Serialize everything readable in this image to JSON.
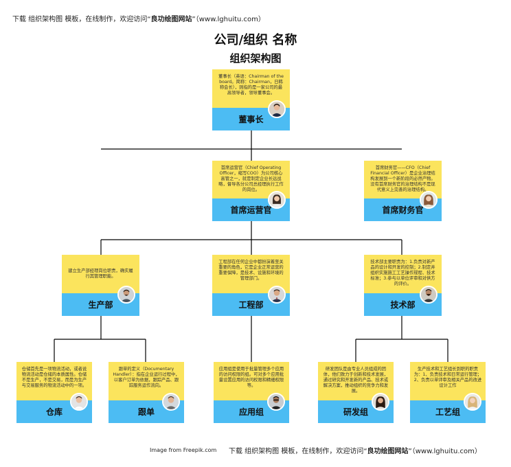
{
  "banner_top": {
    "prefix": "下载 组织架构图 模板，在线制作，欢迎访问“",
    "site": "良功绘图网站",
    "suffix": "”（www.lghuitu.com）"
  },
  "banner_bottom": {
    "prefix": "下载 组织架构图 模板，在线制作，欢迎访问“",
    "site": "良功绘图网站",
    "suffix": "”（www.lghuitu.com）"
  },
  "credit": "Image from Freepik.com",
  "company_title": "公司/组织 名称",
  "chart_title": "组织架构图",
  "nodes": {
    "chairman": {
      "label": "董事长",
      "desc": "董事长（英语：Chairman of the board。简称：Chairman，日韩称会长），则指的是一家公司的最高领导者，领导董事会。"
    },
    "coo": {
      "label": "首席运营官",
      "desc": "首席运营官（Chief Operating Officer，缩写COO）为公司核心高管之一，就是制定企业长远战略，督导各分公司总经理执行工作的岗位。"
    },
    "cfo": {
      "label": "首席财务官",
      "desc": "首席财务官——CFO（Chief Financial Officer）是企业治理结构发展到一个新阶段的必然产物。没有首席财务官的治理结构不是现代意义上完善的治理结构。"
    },
    "production": {
      "label": "生产部",
      "desc": "建立生产部经理岗位职责，确实履行其管理职能。"
    },
    "engineering": {
      "label": "工程部",
      "desc": "工程部在任何企业中都扮演着至关重要的角色，它是企业正常运营的重要保障，是技术、设施和环境的管理部门。"
    },
    "technology": {
      "label": "技术部",
      "desc": "技术部主要职责为：1.负责对新产品的设计和开发的控制；2.制定并组织实施施工工艺操作规程、技术标准；3.参与以单位评审和对供方的评价。"
    },
    "warehouse": {
      "label": "仓库",
      "desc": "仓储首先是一项物流活动，或者说物流活动是仓储的本质属性。仓储不是生产，不是交易，而是为生产与交易服务的物流活动中的一项。"
    },
    "tracking": {
      "label": "跟单",
      "desc": "跟单的定义（Documentary Handler）：指在企业运行过程中，以客户订单为依据，跟踪产品、跟踪服务运作流向。"
    },
    "application": {
      "label": "应用组",
      "desc": "应用组是使用于批量管理多个应用的访问权限的组。可对多个应用批量设置应用的访问权限和精细权限等。"
    },
    "rnd": {
      "label": "研发组",
      "desc": "研发团队是由专业人员组成的团体，他们致力于创新和技术发展，通过研究和开发新的产品、技术或解决方案，推动组织的竞争力和发展。"
    },
    "process": {
      "label": "工艺组",
      "desc": "生产技术和工艺组长到职的职责为：1、负责技术和日常运行管理；2、负责以单评审及相关产品的改进设计工作"
    }
  },
  "colors": {
    "card_top": "#fbe45d",
    "card_label": "#4cbcf3",
    "connector": "#000000"
  }
}
